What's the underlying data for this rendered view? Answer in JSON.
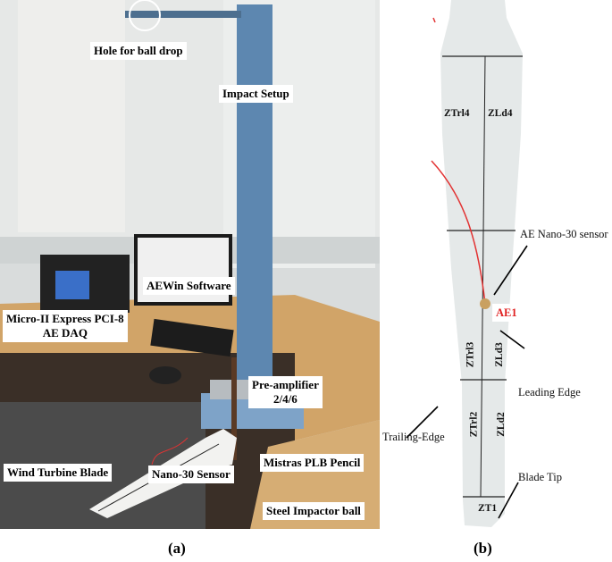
{
  "panel_a": {
    "labels": {
      "hole": "Hole for ball drop",
      "impact_setup": "Impact Setup",
      "aewin": "AEWin Software",
      "daq_line1": "Micro-II Express PCI-8",
      "daq_line2": "AE DAQ",
      "preamp_line1": "Pre-amplifier",
      "preamp_line2": "2/4/6",
      "blade": "Wind Turbine Blade",
      "sensor": "Nano-30 Sensor",
      "pencil": "Mistras PLB Pencil",
      "ball": "Steel Impactor ball"
    },
    "caption": "(a)"
  },
  "panel_b": {
    "zones": {
      "ztrl4": "ZTrl4",
      "zld4": "ZLd4",
      "ztrl3": "ZTrl3",
      "zld3": "ZLd3",
      "ztrl2": "ZTrl2",
      "zld2": "ZLd2",
      "zt1": "ZT1"
    },
    "labels": {
      "sensor": "AE Nano-30 sensor",
      "ae1": "AE1",
      "leading": "Leading Edge",
      "trailing": "Trailing-Edge",
      "tip": "Blade Tip"
    },
    "caption": "(b)",
    "ae1_color": "#e02020"
  }
}
